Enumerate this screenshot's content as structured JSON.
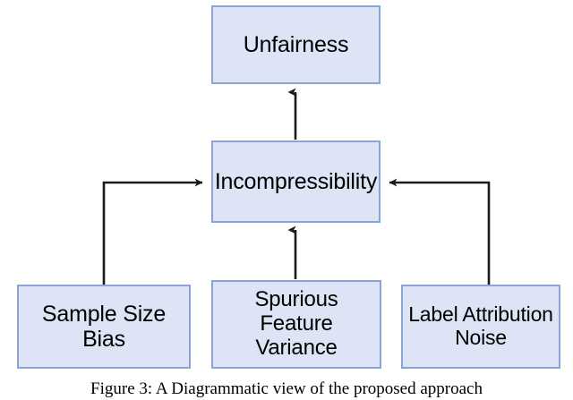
{
  "figure": {
    "caption": "Figure 3: A Diagrammatic view of the proposed approach",
    "colors": {
      "node_fill": "#dce4f5",
      "node_border": "#8ba4d4",
      "edge": "#1a1a1a",
      "background": "#ffffff",
      "text": "#000000"
    }
  },
  "nodes": [
    {
      "id": "unfairness",
      "label": "Unfairness"
    },
    {
      "id": "incompressibility",
      "label": "Incompressibility"
    },
    {
      "id": "sample_size_bias",
      "label": "Sample Size\nBias"
    },
    {
      "id": "spurious_feature_variance",
      "label": "Spurious\nFeature\nVariance"
    },
    {
      "id": "label_attribution_noise",
      "label": "Label Attribution\nNoise"
    }
  ],
  "edges": [
    {
      "id": "incompressibility-to-unfairness",
      "from": "incompressibility",
      "to": "unfairness",
      "direction": "up"
    },
    {
      "id": "sample-size-bias-to-incompressibility",
      "from": "sample_size_bias",
      "to": "incompressibility",
      "direction": "right"
    },
    {
      "id": "spurious-feature-variance-to-incompressibility",
      "from": "spurious_feature_variance",
      "to": "incompressibility",
      "direction": "up"
    },
    {
      "id": "label-attribution-noise-to-incompressibility",
      "from": "label_attribution_noise",
      "to": "incompressibility",
      "direction": "left"
    }
  ]
}
